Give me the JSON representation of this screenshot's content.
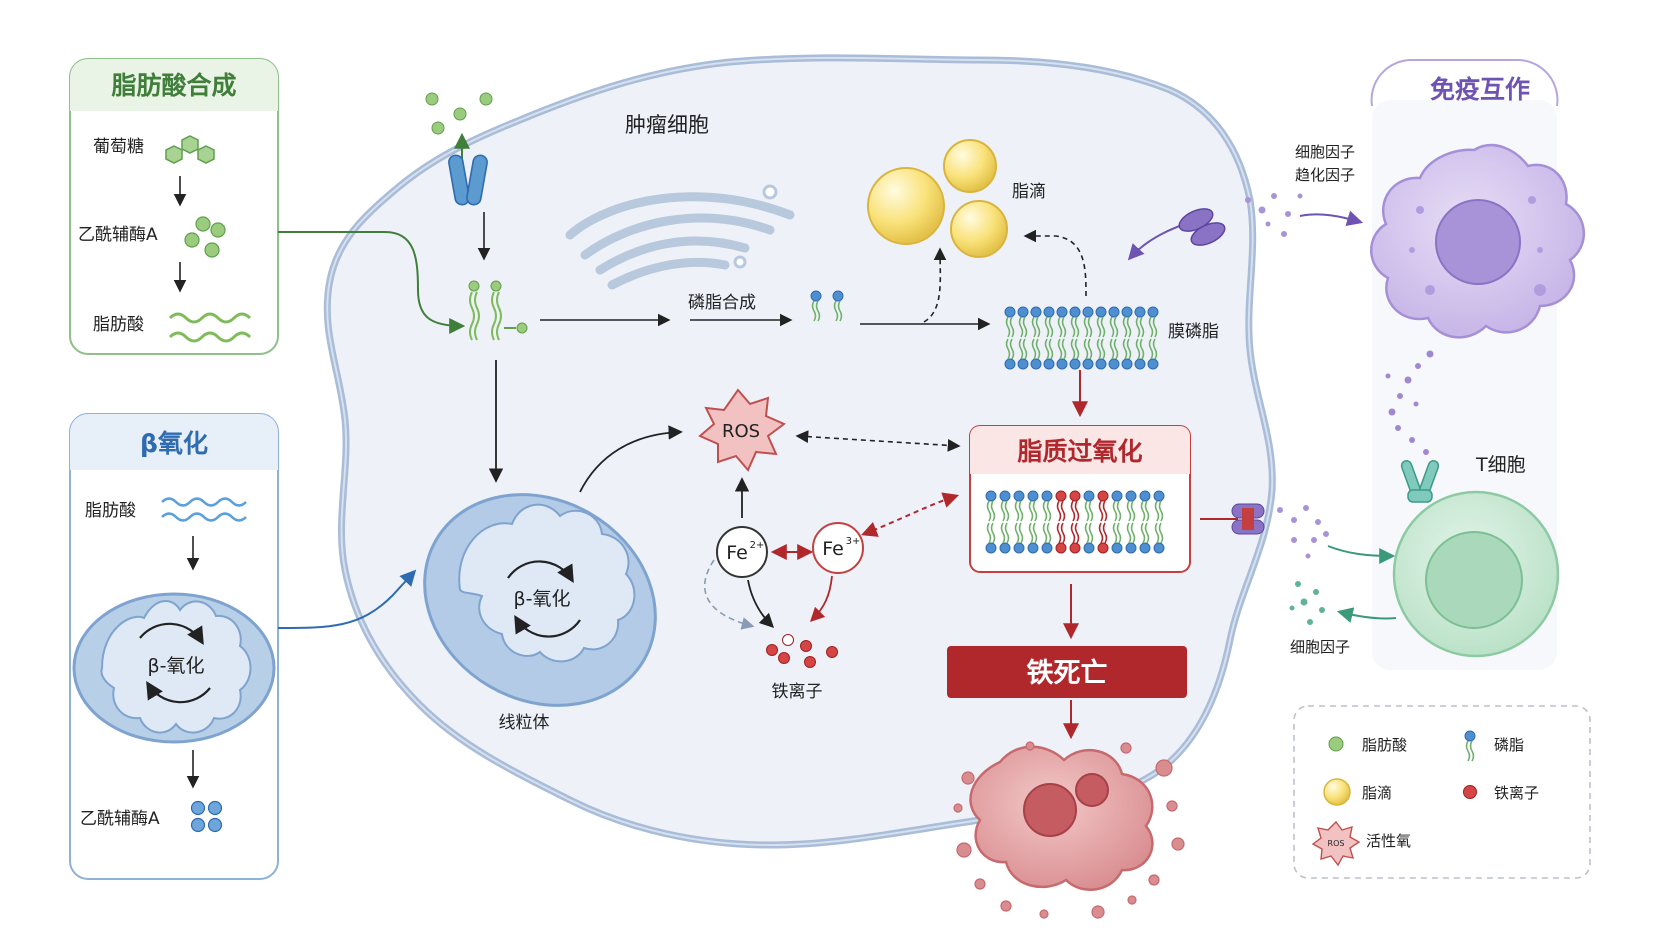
{
  "colors": {
    "synthesis_green": "#3f7f3a",
    "beta_blue": "#2f6bb0",
    "immune_purple": "#6f53b3",
    "danger_red": "#b1282c",
    "tumor_fill": "#eef2f8"
  },
  "panels": {
    "synthesis": {
      "title": "脂肪酸合成",
      "items": [
        "葡萄糖",
        "乙酰辅酶A",
        "脂肪酸"
      ]
    },
    "beta": {
      "title": "β氧化",
      "items": [
        "脂肪酸",
        "乙酰辅酶A"
      ],
      "cycle_label": "β-氧化"
    },
    "immune": {
      "title": "免疫互作",
      "t_cell": "T细胞",
      "cytokines_chemokines": [
        "细胞因子",
        "趋化因子"
      ],
      "cytokine": "细胞因子"
    }
  },
  "cell": {
    "title": "肿瘤细胞",
    "phospholipid_synthesis": "磷脂合成",
    "lipid_droplet": "脂滴",
    "membrane_phospholipid": "膜磷脂",
    "ros": "ROS",
    "lipid_peroxidation": "脂质过氧化",
    "fe2_base": "Fe",
    "fe2_sup": "2+",
    "fe3_base": "Fe",
    "fe3_sup": "3+",
    "iron_ion": "铁离子",
    "mito_cycle": "β-氧化",
    "mitochondria": "线粒体",
    "ferroptosis": "铁死亡"
  },
  "legend": {
    "items": [
      {
        "icon": "green-dot-icon",
        "label": "脂肪酸"
      },
      {
        "icon": "phospholipid-icon",
        "label": "磷脂"
      },
      {
        "icon": "lipid-droplet-icon",
        "label": "脂滴"
      },
      {
        "icon": "iron-dot-icon",
        "label": "铁离子"
      },
      {
        "icon": "ros-star-icon",
        "label": "活性氧",
        "icon_text": "ROS"
      }
    ]
  }
}
